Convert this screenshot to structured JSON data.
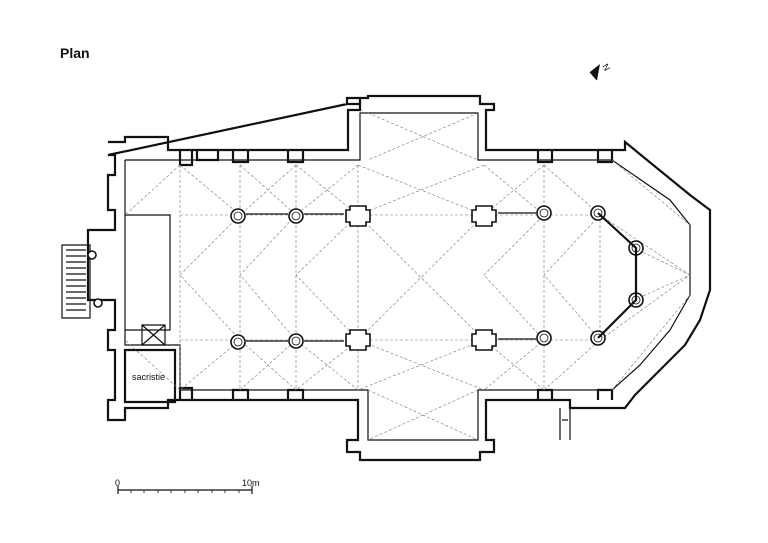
{
  "title": "Plan",
  "labels": {
    "sacristy": "sacristie",
    "north": "N"
  },
  "scale_bar": {
    "start_label": "0",
    "end_label": "10m"
  }
}
